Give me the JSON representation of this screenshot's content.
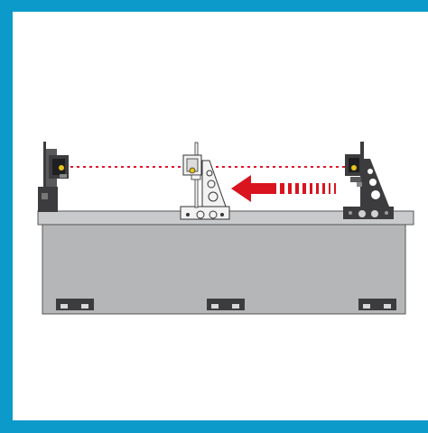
{
  "figure": {
    "frame_color": "#0b9ac9",
    "background_color": "#ffffff",
    "table_color": "#b5b6b8",
    "table_top_color": "#c9cacc",
    "mount_dark_color": "#3c3c3e",
    "mount_light_color": "#f2f2f2",
    "beam_color": "#e3152a",
    "arrow_color": "#d9141f",
    "icons": [
      "optical-table",
      "left-mirror-mount",
      "center-mirror-mount",
      "right-mirror-mount",
      "laser-beam-line",
      "direction-arrow"
    ]
  }
}
